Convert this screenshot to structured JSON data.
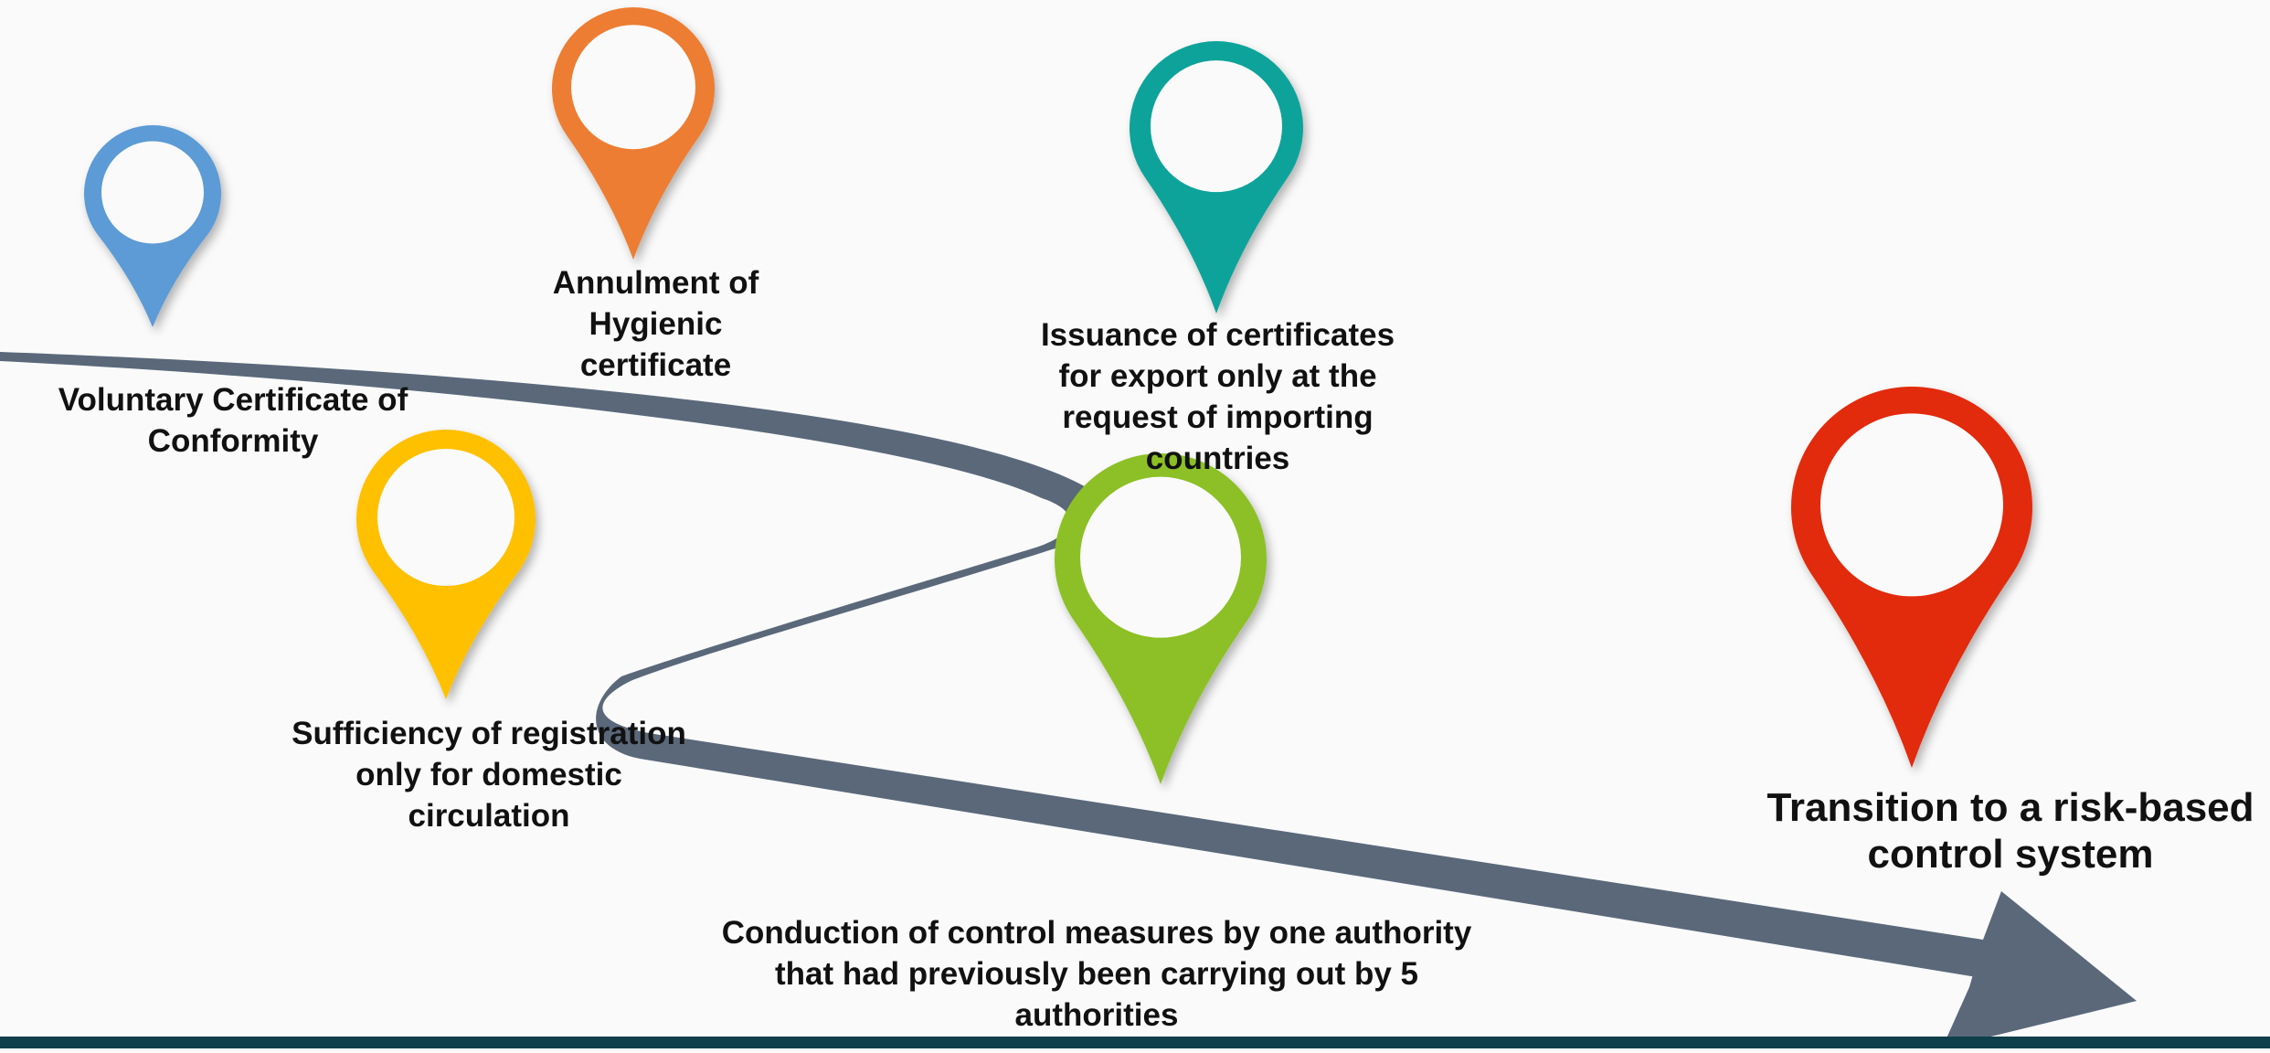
{
  "colors": {
    "background": "#fafafa",
    "road": "#5a687a",
    "footer_bar": "#0e3f4a",
    "pin_blue": "#5b9bd5",
    "pin_orange": "#ed7d31",
    "pin_teal": "#0ba39a",
    "pin_yellow": "#ffc000",
    "pin_green": "#8cc027",
    "pin_red": "#e22a08"
  },
  "milestones": [
    {
      "id": "voluntary-certificate",
      "text": "Voluntary Certificate of\nConformity",
      "color": "pin_blue",
      "icon": "map-pin-icon"
    },
    {
      "id": "hygienic-certificate",
      "text": "Annulment of\nHygienic\ncertificate",
      "color": "pin_orange",
      "icon": "map-pin-icon"
    },
    {
      "id": "export-certificates",
      "text": "Issuance of certificates\nfor export only at the\nrequest of importing\ncountries",
      "color": "pin_teal",
      "icon": "map-pin-icon"
    },
    {
      "id": "registration-domestic",
      "text": "Sufficiency of registration\nonly for domestic\ncirculation",
      "color": "pin_yellow",
      "icon": "map-pin-icon"
    },
    {
      "id": "single-authority",
      "text": "Conduction of control measures by one authority\nthat had previously been carrying out by 5\nauthorities",
      "color": "pin_green",
      "icon": "map-pin-icon"
    },
    {
      "id": "risk-based",
      "text": "Transition to a risk-based\ncontrol system",
      "color": "pin_red",
      "icon": "map-pin-icon"
    }
  ]
}
